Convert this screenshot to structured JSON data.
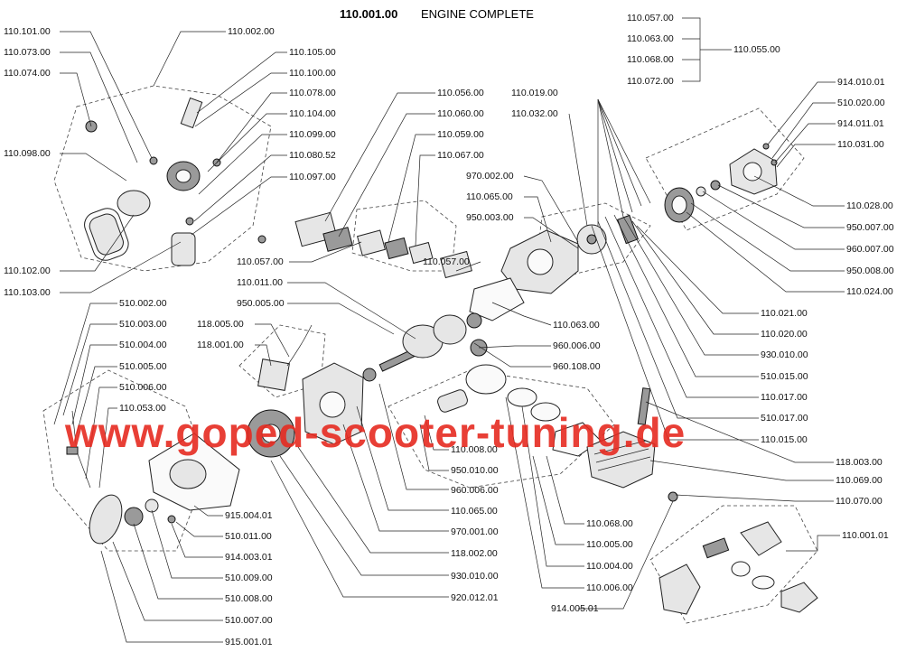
{
  "title": {
    "number": "110.001.00",
    "text": "ENGINE COMPLETE"
  },
  "watermark": {
    "text": "www.goped-scooter-tuning.de",
    "color": "#e52a20"
  },
  "labels": {
    "l110_101": "110.101.00",
    "l110_073": "110.073.00",
    "l110_074": "110.074.00",
    "l110_098": "110.098.00",
    "l110_102": "110.102.00",
    "l110_103": "110.103.00",
    "l110_002": "110.002.00",
    "l110_105": "110.105.00",
    "l110_100": "110.100.00",
    "l110_078": "110.078.00",
    "l110_104": "110.104.00",
    "l110_099": "110.099.00",
    "l110_080": "110.080.52",
    "l110_097": "110.097.00",
    "l110_056": "110.056.00",
    "l110_060": "110.060.00",
    "l110_059": "110.059.00",
    "l110_067": "110.067.00",
    "l110_057": "110.057.00",
    "l110_011": "110.011.00",
    "l950_005": "950.005.00",
    "l118_005": "118.005.00",
    "l118_001": "118.001.00",
    "l110_019": "110.019.00",
    "l110_032": "110.032.00",
    "l970_002": "970.002.00",
    "l110_065": "110.065.00",
    "l950_003": "950.003.00",
    "l110_057b": "110.057.00",
    "l110_063": "110.063.00",
    "l110_068": "110.068.00",
    "l110_072": "110.072.00",
    "l110_055": "110.055.00",
    "l914_010": "914.010.01",
    "l510_020": "510.020.00",
    "l914_011": "914.011.01",
    "l110_031": "110.031.00",
    "l110_028": "110.028.00",
    "l950_007": "950.007.00",
    "l960_007": "960.007.00",
    "l950_008": "950.008.00",
    "l110_024": "110.024.00",
    "l110_021": "110.021.00",
    "l110_020": "110.020.00",
    "l930_010": "930.010.00",
    "l510_015": "510.015.00",
    "l110_017": "110.017.00",
    "l510_017": "510.017.00",
    "l110_015": "110.015.00",
    "l110_063b": "110.063.00",
    "l960_006": "960.006.00",
    "l960_108": "960.108.00",
    "l510_002": "510.002.00",
    "l510_003": "510.003.00",
    "l510_004": "510.004.00",
    "l510_005": "510.005.00",
    "l510_006": "510.006.00",
    "l110_053": "110.053.00",
    "l110_008": "110.008.00",
    "l950_010": "950.010.00",
    "l960_006b": "960.006.00",
    "l110_065b": "110.065.00",
    "l970_001": "970.001.00",
    "l118_002": "118.002.00",
    "l930_010b": "930.010.00",
    "l920_012": "920.012.01",
    "l915_004": "915.004.01",
    "l510_011": "510.011.00",
    "l914_003": "914.003.01",
    "l510_009": "510.009.00",
    "l510_008": "510.008.00",
    "l510_007": "510.007.00",
    "l915_001": "915.001.01",
    "l118_003": "118.003.00",
    "l110_069": "110.069.00",
    "l110_070": "110.070.00",
    "l110_001": "110.001.01",
    "l110_068b": "110.068.00",
    "l110_005": "110.005.00",
    "l110_004": "110.004.00",
    "l110_006": "110.006.00",
    "l914_005": "914.005.01"
  }
}
